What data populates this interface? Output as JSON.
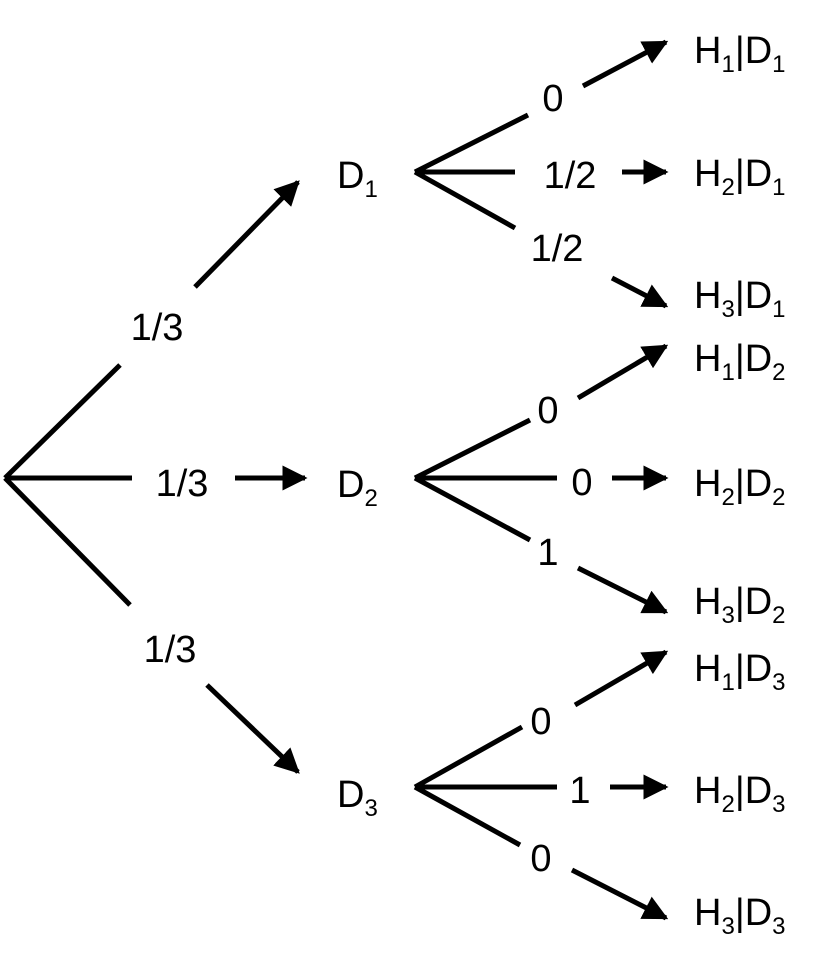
{
  "tree": {
    "first_level": [
      {
        "prob": "1/3",
        "node": {
          "letter": "D",
          "sub": "1"
        }
      },
      {
        "prob": "1/3",
        "node": {
          "letter": "D",
          "sub": "2"
        }
      },
      {
        "prob": "1/3",
        "node": {
          "letter": "D",
          "sub": "3"
        }
      }
    ],
    "second_level": [
      [
        {
          "prob": "0",
          "h": "1",
          "d": "1"
        },
        {
          "prob": "1/2",
          "h": "2",
          "d": "1"
        },
        {
          "prob": "1/2",
          "h": "3",
          "d": "1"
        }
      ],
      [
        {
          "prob": "0",
          "h": "1",
          "d": "2"
        },
        {
          "prob": "0",
          "h": "2",
          "d": "2"
        },
        {
          "prob": "1",
          "h": "3",
          "d": "2"
        }
      ],
      [
        {
          "prob": "0",
          "h": "1",
          "d": "3"
        },
        {
          "prob": "1",
          "h": "2",
          "d": "3"
        },
        {
          "prob": "0",
          "h": "3",
          "d": "3"
        }
      ]
    ],
    "leaf_letters": {
      "h": "H",
      "d": "D",
      "sep": "|"
    }
  }
}
